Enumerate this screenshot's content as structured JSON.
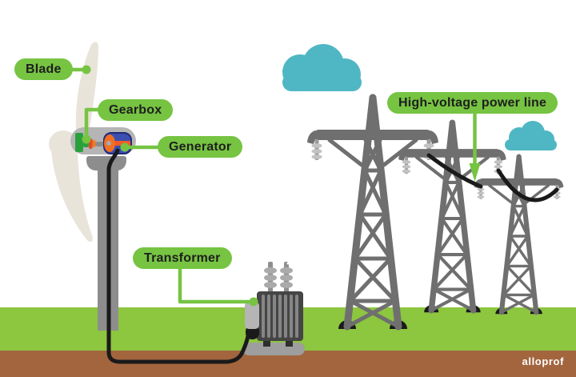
{
  "labels": {
    "blade": "Blade",
    "gearbox": "Gearbox",
    "generator": "Generator",
    "transformer": "Transformer",
    "power_line": "High-voltage power line"
  },
  "watermark": "alloprof",
  "colors": {
    "label_pill": "#76c442",
    "label_text": "#1e1e1e",
    "grass": "#8dc63f",
    "soil": "#a3653e",
    "cloud": "#4fb7c3",
    "blade": "#e9e4da",
    "pylon": "#6f6f6f",
    "tower_mast": "#8d8d8d",
    "nacelle": "#b5b5b5",
    "gear_green": "#2aa03c",
    "shaft_orange": "#f05a28",
    "generator_blue": "#3b4fb1",
    "cable_black": "#1a1a1a",
    "insulator": "#9a9a9a",
    "insulator_rib": "#c2c2c2",
    "transformer_box": "#454545",
    "transformer_fin": "#868686",
    "concrete_pad": "#9e9e9e",
    "watermark_text": "#ffffff"
  }
}
